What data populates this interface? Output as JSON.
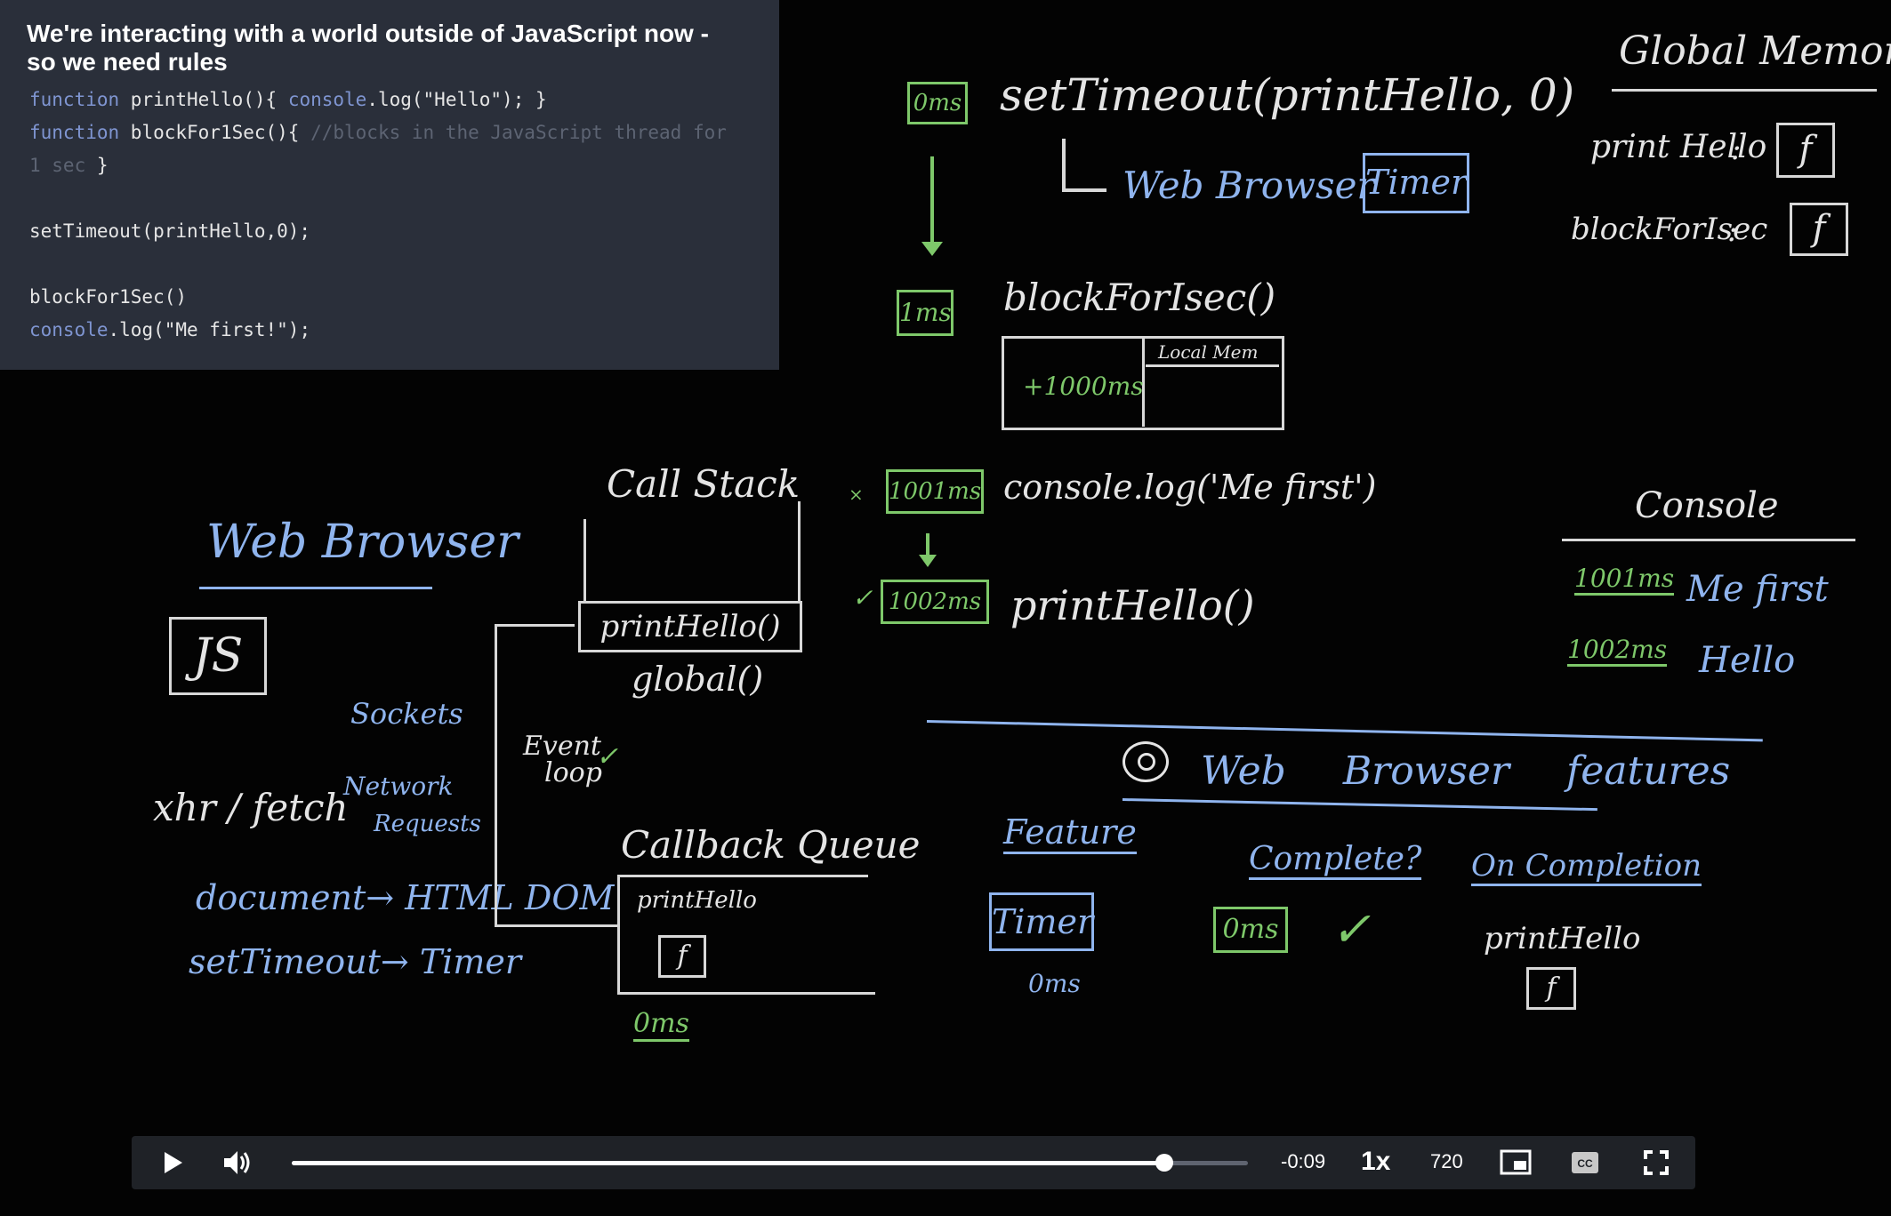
{
  "slide": {
    "title": "We're interacting with a world outside of JavaScript now - so we need rules",
    "code": [
      {
        "parts": [
          {
            "t": "function",
            "c": "kw"
          },
          {
            "t": " printHello(){ ",
            "c": ""
          },
          {
            "t": "console",
            "c": "kw"
          },
          {
            "t": ".log(\"Hello\"); }",
            "c": ""
          }
        ]
      },
      {
        "parts": [
          {
            "t": "function",
            "c": "kw"
          },
          {
            "t": " blockFor1Sec(){ ",
            "c": ""
          },
          {
            "t": "//blocks in the JavaScript thread for",
            "c": "cmt"
          }
        ]
      },
      {
        "parts": [
          {
            "t": "1 sec",
            "c": "cmt"
          },
          {
            "t": " }",
            "c": ""
          }
        ]
      },
      {
        "parts": []
      },
      {
        "parts": [
          {
            "t": "setTimeout(printHello,0);",
            "c": ""
          }
        ]
      },
      {
        "parts": []
      },
      {
        "parts": [
          {
            "t": "blockFor1Sec()",
            "c": ""
          }
        ]
      },
      {
        "parts": [
          {
            "t": "console",
            "c": "kw"
          },
          {
            "t": ".log(\"Me first!\");",
            "c": ""
          }
        ]
      }
    ]
  },
  "board": {
    "global_memory": {
      "title": "Global Memory",
      "items": [
        {
          "name": "print Hello",
          "sep": ":",
          "value": "f"
        },
        {
          "name": "blockForIsec",
          "sep": ":",
          "value": "f"
        }
      ]
    },
    "timeline": {
      "t0": "0ms",
      "settimeout_call": "setTimeout(printHello, 0)",
      "web_browser_label": "Web Browser",
      "timer_label": "Timer",
      "t1": "1ms",
      "block_call": "blockForIsec()",
      "local_mem": "Local Mem",
      "plus_ms": "+1000ms",
      "t1001": "1001ms",
      "console_call": "console.log('Me first')",
      "t1002": "1002ms",
      "print_call": "printHello()",
      "mark_x": "×",
      "check": "✓"
    },
    "console": {
      "title": "Console",
      "rows": [
        {
          "time": "1001ms",
          "text": "Me first"
        },
        {
          "time": "1002ms",
          "text": "Hello"
        }
      ]
    },
    "web_browser": {
      "title": "Web Browser",
      "js": "JS",
      "items": [
        "Sockets",
        "Network",
        "Requests",
        "xhr / fetch",
        "document→ HTML DOM",
        "setTimeout→ Timer"
      ]
    },
    "call_stack": {
      "title": "Call Stack",
      "frames": [
        "printHello()",
        "global()"
      ]
    },
    "event_loop": {
      "line1": "Event",
      "line2": "loop",
      "check": "✓"
    },
    "callback_queue": {
      "title": "Callback Queue",
      "item": "printHello",
      "fn": "f",
      "time": "0ms"
    },
    "features": {
      "title": "Web Browser features",
      "headers": [
        "Feature",
        "Complete?",
        "On Completion"
      ],
      "feature": "Timer",
      "feature_sub": "0ms",
      "complete_value": "0ms",
      "complete_check": "✓",
      "on_completion": "printHello",
      "on_completion_fn": "f"
    }
  },
  "player": {
    "time_remaining": "-0:09",
    "speed": "1x",
    "quality": "720",
    "progress": 0.913,
    "icons": {
      "play": "play-icon",
      "volume": "volume-icon",
      "pip": "pip-icon",
      "cc": "cc-icon",
      "fullscreen": "fullscreen-icon"
    },
    "colors": {
      "green": "#7ec86a",
      "blue": "#8fb4ee",
      "chalk": "#e4e4e4"
    }
  }
}
